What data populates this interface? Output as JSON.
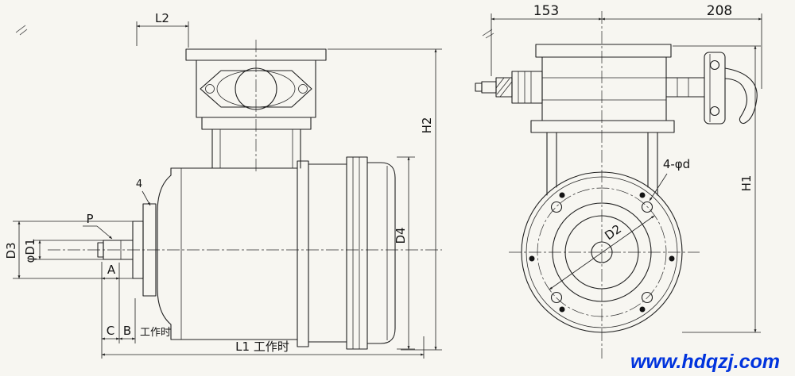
{
  "colors": {
    "ink": "#1f1f1f",
    "paper": "#f7f6f1",
    "watermark_blue": "#0033dd"
  },
  "watermark": {
    "text": "www.hdqzj.com",
    "color": "#0033dd"
  },
  "side_view": {
    "l2": "L2",
    "h2": "H2",
    "d4": "D4",
    "d3": "D3",
    "d1": "φD1",
    "p": "P",
    "n4": "4",
    "a": "A",
    "c": "C",
    "b": "B",
    "working": "工作时",
    "l1": "L1 工作时"
  },
  "end_view": {
    "w153": "153",
    "w208": "208",
    "h1": "H1",
    "holes": "4-φd",
    "d2": "D2"
  }
}
